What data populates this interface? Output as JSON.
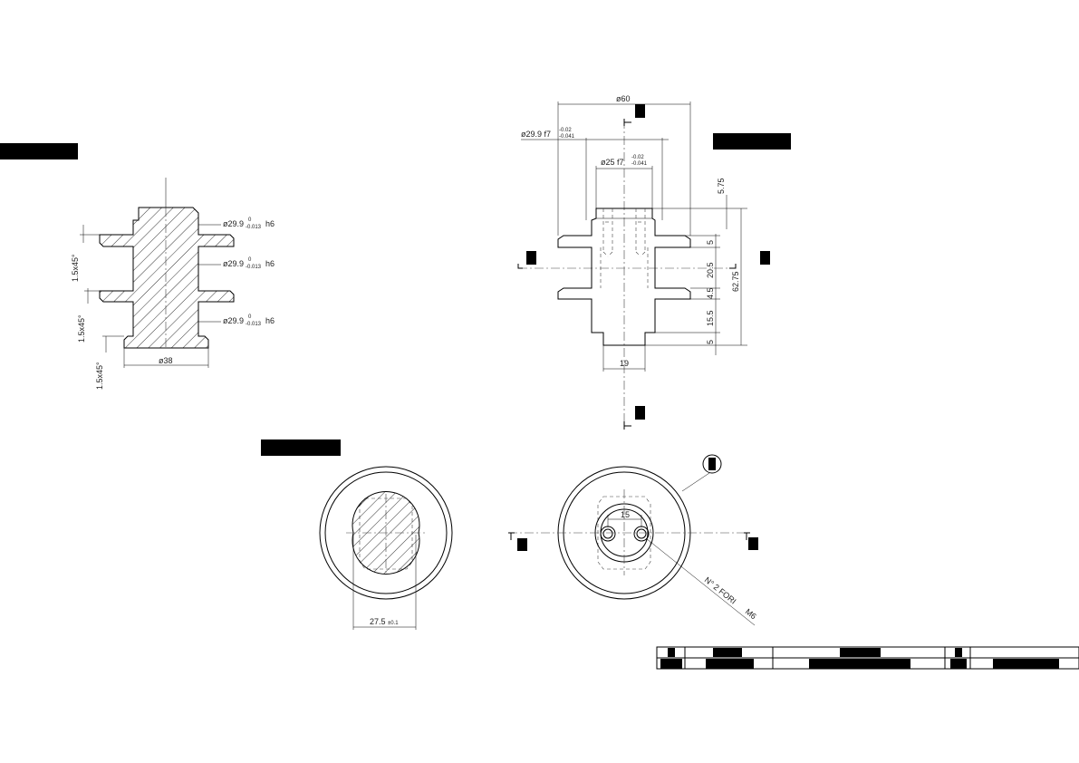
{
  "left_section": {
    "dim_d1": "ø29.9",
    "dim_d1_tol_up": "0",
    "dim_d1_tol_lo": "-0.013",
    "dim_d1_fit": "h6",
    "dim_d2": "ø29.9",
    "dim_d2_tol_up": "0",
    "dim_d2_tol_lo": "-0.013",
    "dim_d2_fit": "h6",
    "dim_d3": "ø29.9",
    "dim_d3_tol_up": "0",
    "dim_d3_tol_lo": "-0.013",
    "dim_d3_fit": "h6",
    "dim_base": "ø38",
    "chamfer_1": "1.5x45°",
    "chamfer_2": "1.5x45°",
    "chamfer_3": "1.5x45°"
  },
  "front_view": {
    "dim_outer": "ø60",
    "dim_shaft": "ø29.9 f7",
    "dim_shaft_tol_up": "-0.02",
    "dim_shaft_tol_lo": "-0.041",
    "dim_top": "ø25 f7",
    "dim_top_tol_up": "-0.02",
    "dim_top_tol_lo": "-0.041",
    "dim_5_75": "5.75",
    "dim_5a": "5",
    "dim_20_5": "20.5",
    "dim_4_5": "4.5",
    "dim_15_5": "15.5",
    "dim_5b": "5",
    "dim_62_75": "62.75",
    "dim_19": "19"
  },
  "bottom_left_view": {
    "dim_width": "27.5",
    "dim_width_tol": "±0.1"
  },
  "bottom_right_view": {
    "dim_spacing": "15",
    "holes_note": "N° 2 FORI",
    "thread": "M6"
  }
}
